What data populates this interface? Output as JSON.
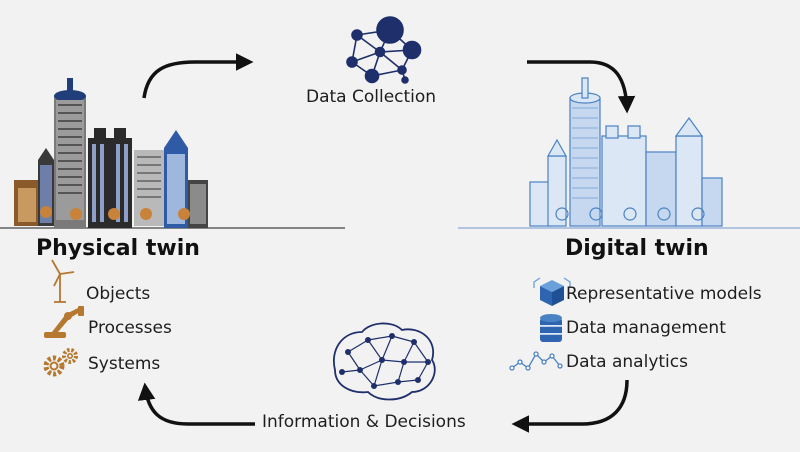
{
  "center_top": {
    "label": "Data Collection"
  },
  "center_bottom": {
    "label": "Information & Decisions"
  },
  "physical_twin": {
    "title": "Physical twin",
    "items": [
      {
        "label": "Objects",
        "icon": "wind-turbine-icon"
      },
      {
        "label": "Processes",
        "icon": "robot-arm-icon"
      },
      {
        "label": "Systems",
        "icon": "gears-icon"
      }
    ]
  },
  "digital_twin": {
    "title": "Digital twin",
    "items": [
      {
        "label": "Representative models",
        "icon": "cube-icon"
      },
      {
        "label": "Data management",
        "icon": "database-icon"
      },
      {
        "label": "Data analytics",
        "icon": "line-graph-icon"
      }
    ]
  },
  "colors": {
    "background": "#f2f2f2",
    "physical_accent": "#b5782e",
    "digital_accent": "#4a82c4",
    "digital_light": "#dbe7f5",
    "network": "#1f2f6b",
    "arrow": "#111111"
  }
}
